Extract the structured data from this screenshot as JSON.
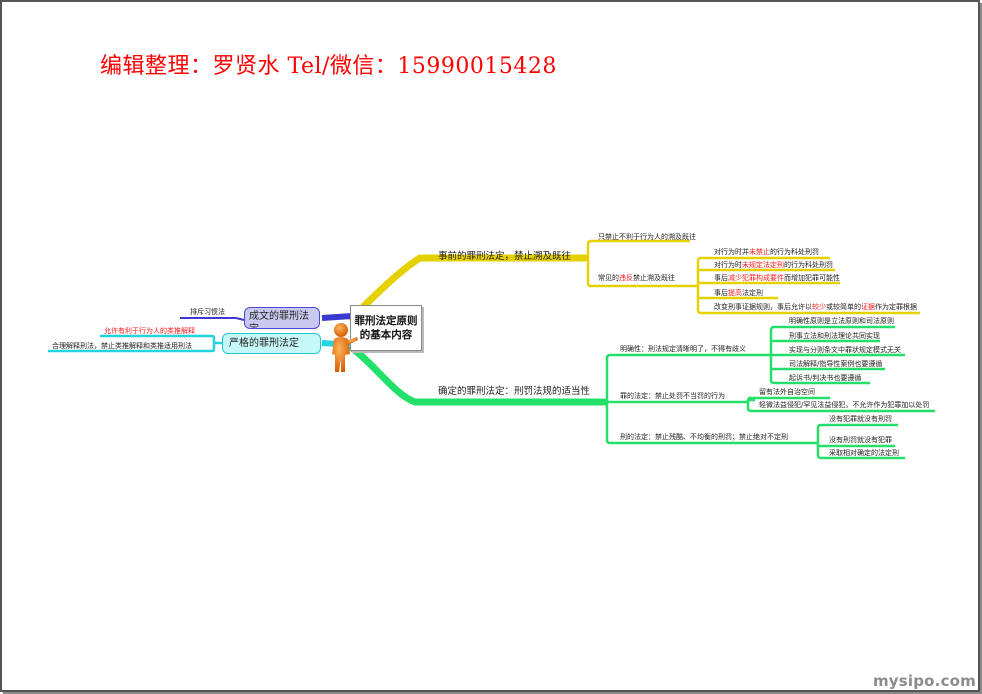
{
  "header": {
    "credit": "编辑整理：罗贤水 Tel/微信：15990015428"
  },
  "watermark": "mysipo.com",
  "mindmap": {
    "central": {
      "line1": "罪刑法定原则",
      "line2": "的基本内容",
      "icon": "presenter-figure-icon"
    },
    "colors": {
      "yellow_branch": "#e5d000",
      "green_branch": "#22e06a",
      "blue_branch": "#3a3ad0",
      "cyan_branch": "#22d3e0",
      "highlight": "#ff1a1a"
    },
    "left_branches": [
      {
        "label": "成文的罪刑法定",
        "color": "blue",
        "children": [
          {
            "label": "排斥习惯法"
          }
        ]
      },
      {
        "label": "严格的罪刑法定",
        "color": "cyan",
        "children": [
          {
            "label": "允许有利于行为人的类推解释",
            "highlight": true
          },
          {
            "label": "合理解释刑法，禁止类推解释和类推适用刑法"
          }
        ]
      }
    ],
    "right_branches": [
      {
        "label": "事前的罪刑法定，禁止溯及既往",
        "color": "yellow",
        "children": [
          {
            "label": "只禁止不利于行为人的溯及既往"
          },
          {
            "label_parts": [
              "常见的",
              "违反",
              "禁止溯及既往"
            ],
            "children": [
              {
                "parts": [
                  "对行为时并",
                  "未禁止",
                  "的行为科处刑罚"
                ]
              },
              {
                "parts": [
                  "对行为时",
                  "未规定法定刑",
                  "的行为科处刑罚"
                ]
              },
              {
                "parts": [
                  "事后",
                  "减少犯罪构成要件",
                  "而增加犯罪可能性"
                ]
              },
              {
                "parts": [
                  "事后",
                  "提高",
                  "法定刑"
                ]
              },
              {
                "parts": [
                  "改变刑事证据规则，事后允许以",
                  "较少",
                  "或较简单的",
                  "证据",
                  "作为定罪根据"
                ]
              }
            ]
          }
        ]
      },
      {
        "label": "确定的罪刑法定：刑罚法规的适当性",
        "color": "green",
        "children": [
          {
            "label": "明确性：刑法规定清晰明了，不得有歧义",
            "children": [
              {
                "label": "明确性原则是立法原则和司法原则"
              },
              {
                "label": "刑事立法和刑法理论共同实现"
              },
              {
                "label": "实现与分则条文中罪状规定模式无关"
              },
              {
                "label": "司法解释/指导性案例也要遵循"
              },
              {
                "label": "起诉书/判决书也要遵循"
              }
            ]
          },
          {
            "label": "罪的法定：禁止处罚不当罚的行为",
            "children": [
              {
                "label": "留有法外自治空间"
              },
              {
                "label": "轻微法益侵犯/罕见法益侵犯，不允许作为犯罪加以处罚"
              }
            ]
          },
          {
            "label": "刑的法定：禁止残酷、不均衡的刑罚；禁止绝对不定刑",
            "children": [
              {
                "label": "没有犯罪就没有刑罚"
              },
              {
                "label": "没有刑罚就没有犯罪"
              },
              {
                "label": "采取相对确定的法定刑"
              }
            ]
          }
        ]
      }
    ]
  }
}
